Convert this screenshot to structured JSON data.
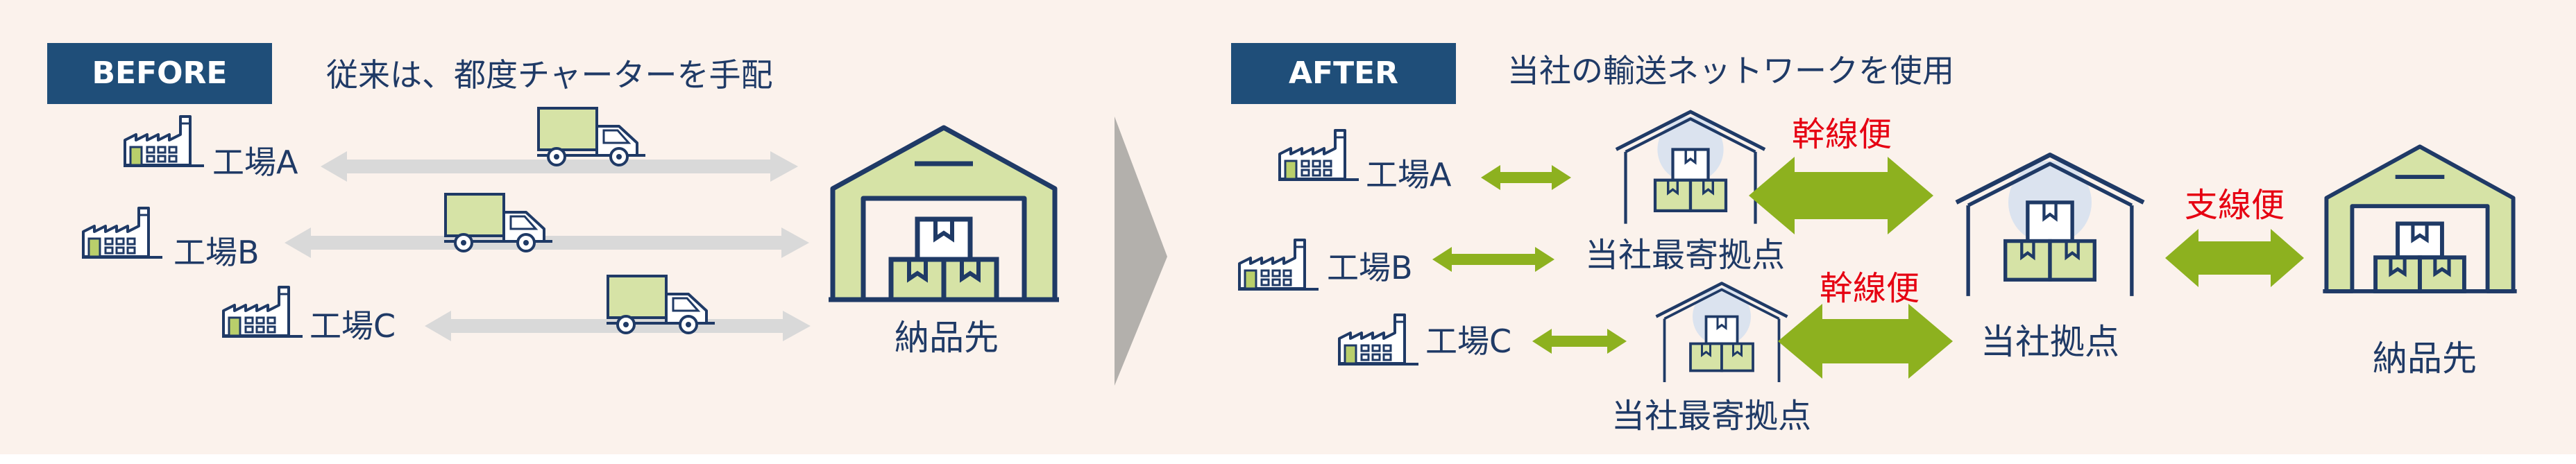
{
  "colors": {
    "background": "#fbf2ec",
    "navy": "#1f3a66",
    "label_navy": "#1f4e79",
    "green": "#8db11f",
    "pale_green": "#d6e3a6",
    "gray_arrow": "#d9d9d9",
    "red": "#e60012",
    "divider": "#b3b0ac"
  },
  "before": {
    "badge": "BEFORE",
    "caption": "従来は、都度チャーターを手配",
    "factory_a": "工場A",
    "factory_b": "工場B",
    "factory_c": "工場C",
    "destination": "納品先"
  },
  "after": {
    "badge": "AFTER",
    "caption": "当社の輸送ネットワークを使用",
    "factory_a": "工場A",
    "factory_b": "工場B",
    "factory_c": "工場C",
    "nearest_hub_1": "当社最寄拠点",
    "nearest_hub_2": "当社最寄拠点",
    "trunk_1": "幹線便",
    "trunk_2": "幹線便",
    "main_hub": "当社拠点",
    "branch": "支線便",
    "destination": "納品先"
  }
}
